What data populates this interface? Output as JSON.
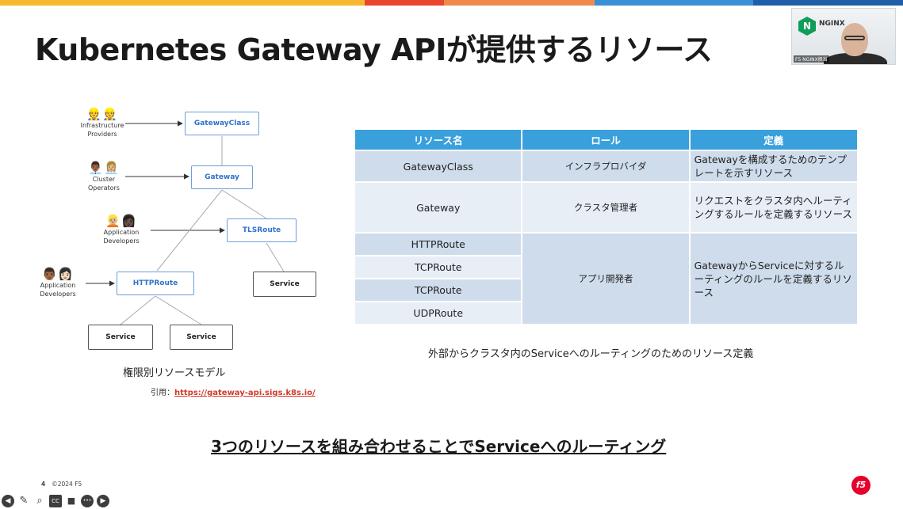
{
  "colors": {
    "top_bar": [
      "#f5b82e",
      "#f5b82e",
      "#e8472e",
      "#f08a4b",
      "#3b8fd6",
      "#1f5fa8"
    ],
    "table_header": "#3aa0dc",
    "node_border": "#6a9fd8",
    "link": "#d23a2b",
    "f5_red": "#e4002b"
  },
  "slide": {
    "title": "Kubernetes Gateway APIが提供するリソース",
    "takeaway": "3つのリソースを組み合わせることでServiceへのルーティング",
    "page_number": "4",
    "copyright": "©2024 F5",
    "logo": "f5"
  },
  "webcam": {
    "logo_letter": "N",
    "logo_text": "NGINX",
    "name_label": "F5 NGINX担当"
  },
  "diagram": {
    "caption": "権限別リソースモデル",
    "citation_prefix": "引用：",
    "citation_url": "https://gateway-api.sigs.k8s.io/",
    "personas": [
      {
        "faces": "👷👷",
        "label": "Infrastructure\nProviders"
      },
      {
        "faces": "👨🏾‍💼👩🏼‍💼",
        "label": "Cluster\nOperators"
      },
      {
        "faces": "👱🏼👩🏿",
        "label": "Application\nDevelopers"
      },
      {
        "faces": "👨🏾👩🏻",
        "label": "Application\nDevelopers"
      }
    ],
    "nodes": {
      "gatewayclass": "GatewayClass",
      "gateway": "Gateway",
      "tlsroute": "TLSRoute",
      "httproute": "HTTPRoute",
      "service_right": "Service",
      "service_left": "Service",
      "service_mid": "Service"
    }
  },
  "table": {
    "headers": [
      "リソース名",
      "ロール",
      "定義"
    ],
    "rows": [
      {
        "name": "GatewayClass",
        "role": "インフラプロバイダ",
        "definition": "Gatewayを構成するためのテンプレートを示すリソース"
      },
      {
        "name": "Gateway",
        "role": "クラスタ管理者",
        "definition": "リクエストをクラスタ内へルーティングするルールを定義するリソース"
      },
      {
        "name": "HTTPRoute"
      },
      {
        "name": "TCPRoute"
      },
      {
        "name": "TCPRoute"
      },
      {
        "name": "UDPRoute"
      }
    ],
    "route_role": "アプリ開発者",
    "route_definition": "GatewayからServiceに対するルーティングのルールを定義するリソース",
    "caption": "外部からクラスタ内のServiceへのルーティングのためのリソース定義"
  },
  "toolbar": [
    {
      "icon": "back-icon",
      "glyph": "◀"
    },
    {
      "icon": "pen-icon",
      "glyph": "✎"
    },
    {
      "icon": "zoom-icon",
      "glyph": "⌕"
    },
    {
      "icon": "captions-icon",
      "glyph": "CC"
    },
    {
      "icon": "camera-icon",
      "glyph": "■"
    },
    {
      "icon": "more-icon",
      "glyph": "•••"
    },
    {
      "icon": "forward-icon",
      "glyph": "▶"
    }
  ]
}
